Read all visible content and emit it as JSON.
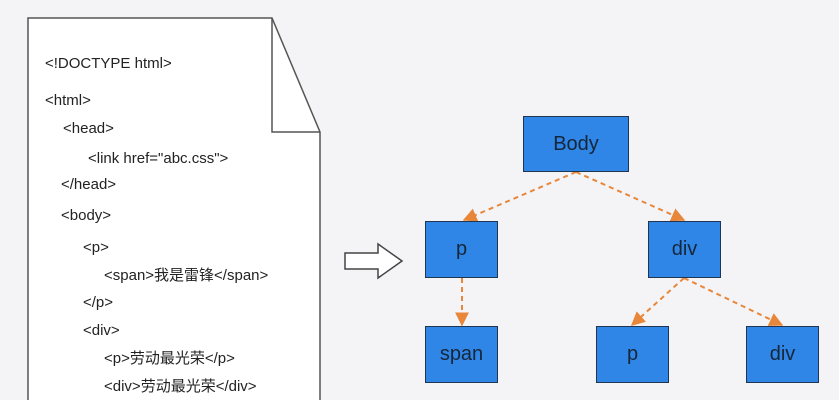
{
  "document": {
    "code_lines": [
      "<!DOCTYPE html>",
      "<html>",
      "<head>",
      "<link href=\"abc.css\">",
      "</head>",
      "<body>",
      "<p>",
      "<span>我是雷锋</span>",
      "</p>",
      "<div>",
      "<p>劳动最光荣</p>",
      "<div>劳动最光荣</div>"
    ]
  },
  "tree": {
    "nodes": {
      "body": "Body",
      "p": "p",
      "div": "div",
      "span": "span",
      "p2": "p",
      "div2": "div"
    }
  },
  "colors": {
    "node_fill": "#2f86e6",
    "node_border": "#1f3550",
    "edge": "#e8873a",
    "document_stroke": "#555555"
  }
}
